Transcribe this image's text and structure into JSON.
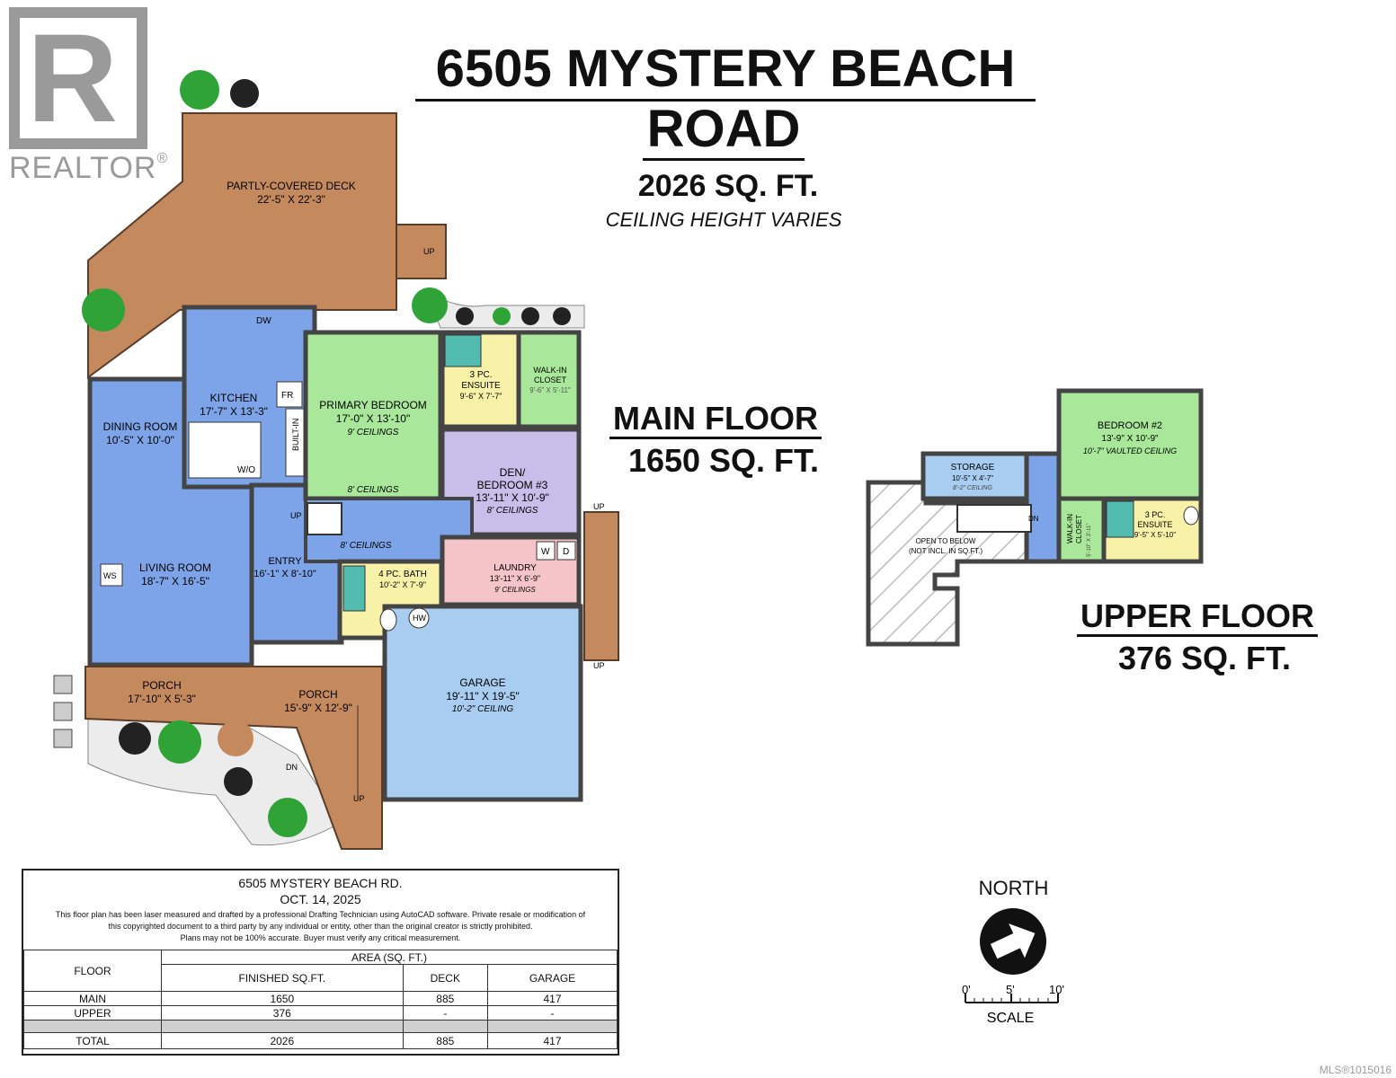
{
  "realtor": {
    "logo_letter": "R",
    "wordmark": "REALTOR",
    "reg": "®"
  },
  "title": {
    "line1": "6505 MYSTERY BEACH",
    "line2": "ROAD",
    "total_area": "2026 SQ. FT.",
    "ceiling": "CEILING HEIGHT VARIES"
  },
  "main_floor": {
    "label": "MAIN FLOOR",
    "area": "1650 SQ. FT."
  },
  "upper_floor": {
    "label": "UPPER FLOOR",
    "area": "376 SQ. FT."
  },
  "rooms": {
    "deck": {
      "name": "PARTLY-COVERED DECK",
      "dim": "22'-5\" X 22'-3\""
    },
    "kitchen": {
      "name": "KITCHEN",
      "dim": "17'-7\" X 13'-3\""
    },
    "dining": {
      "name": "DINING ROOM",
      "dim": "10'-5\" X 10'-0\""
    },
    "primary": {
      "name": "PRIMARY BEDROOM",
      "dim": "17'-0\" X 13'-10\"",
      "ceiling": "9' CEILINGS",
      "ceiling2": "8' CEILINGS"
    },
    "ensuite": {
      "line1": "3 PC.",
      "line2": "ENSUITE",
      "dim": "9'-6\" X 7'-7\""
    },
    "walkin": {
      "line1": "WALK-IN",
      "line2": "CLOSET",
      "dim": "9'-6\" X 5'-11\""
    },
    "den": {
      "line1": "DEN/",
      "line2": "BEDROOM #3",
      "dim": "13'-11\" X 10'-9\"",
      "ceiling": "8' CEILINGS"
    },
    "living": {
      "name": "LIVING ROOM",
      "dim": "18'-7\" X 16'-5\""
    },
    "entry": {
      "name": "ENTRY",
      "dim": "16'-1\" X 8'-10\""
    },
    "hall_ceiling": "8' CEILINGS",
    "bath": {
      "name": "4 PC. BATH",
      "dim": "10'-2\" X 7'-9\""
    },
    "laundry": {
      "name": "LAUNDRY",
      "dim": "13'-11\" X 6'-9\"",
      "ceiling": "9' CEILINGS"
    },
    "garage": {
      "name": "GARAGE",
      "dim": "19'-11\" X 19'-5\"",
      "ceiling": "10'-2\" CEILING"
    },
    "porch1": {
      "name": "PORCH",
      "dim": "17'-10\" X 5'-3\""
    },
    "porch2": {
      "name": "PORCH",
      "dim": "15'-9\" X 12'-9\""
    },
    "storage": {
      "name": "STORAGE",
      "dim": "10'-5\" X 4'-7\"",
      "ceiling": "8'-2\" CEILING"
    },
    "bedroom2": {
      "name": "BEDROOM #2",
      "dim": "13'-9\" X 10'-9\"",
      "ceiling": "10'-7\" VAULTED CEILING"
    },
    "upper_walkin": {
      "line1": "WALK-IN",
      "line2": "CLOSET",
      "dim": "5'-10\" X 3'-11\""
    },
    "upper_ensuite": {
      "line1": "3 PC.",
      "line2": "ENSUITE",
      "dim": "9'-5\" X 5'-10\""
    },
    "open": {
      "line1": "OPEN TO BELOW",
      "line2": "(NOT INCL. IN SQ.FT.)"
    }
  },
  "fixtures": {
    "dw": "DW",
    "fr": "FR",
    "builtin": "BUILT-IN",
    "wo": "W/O",
    "ws": "WS",
    "hw": "HW",
    "w": "W",
    "d": "D",
    "up": "UP",
    "dn": "DN"
  },
  "info": {
    "address": "6505 MYSTERY BEACH RD.",
    "date": "OCT. 14, 2025",
    "disclaimer1": "This floor plan has been laser measured and drafted by a professional Drafting Technician using AutoCAD software. Private resale or modification of",
    "disclaimer2": "this copyrighted document to a third party by any individual or entity, other than the original creator is strictly prohibited.",
    "disclaimer3": "Plans may not be 100% accurate.  Buyer must verify any critical measurement."
  },
  "area_table": {
    "floor_header": "FLOOR",
    "area_header": "AREA (SQ. FT.)",
    "columns": [
      "FINISHED SQ.FT.",
      "DECK",
      "GARAGE"
    ],
    "rows": [
      {
        "floor": "MAIN",
        "values": [
          "1650",
          "885",
          "417"
        ]
      },
      {
        "floor": "UPPER",
        "values": [
          "376",
          "-",
          "-"
        ]
      }
    ],
    "total": {
      "floor": "TOTAL",
      "values": [
        "2026",
        "885",
        "417"
      ]
    }
  },
  "north": {
    "label": "NORTH"
  },
  "scale": {
    "ticks": [
      "0'",
      "5'",
      "10'"
    ],
    "label": "SCALE"
  },
  "mls": "MLS®1015016",
  "colors": {
    "deck": "#c48a5e",
    "blue": "#7da4e8",
    "green": "#a9e89a",
    "yellow": "#f8f2a8",
    "purple": "#c7bfea",
    "pink": "#f4c4c8",
    "lightblue": "#a9cdf0",
    "hatch": "#c8c8c8"
  }
}
